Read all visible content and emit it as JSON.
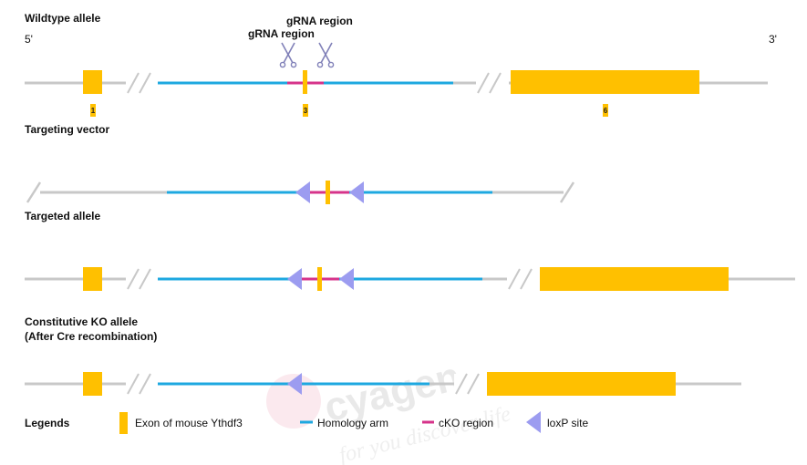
{
  "sections": {
    "wildtype": "Wildtype allele",
    "targeting_vector": "Targeting vector",
    "targeted": "Targeted allele",
    "ko_line1": "Constitutive KO allele",
    "ko_line2": "(After Cre recombination)"
  },
  "ends": {
    "five_prime": "5'",
    "three_prime": "3'"
  },
  "grna": {
    "label_1": "gRNA region",
    "label_2": "gRNA region"
  },
  "exons": {
    "e1": "1",
    "e3": "3",
    "e6": "6"
  },
  "legend": {
    "title": "Legends",
    "exon": "Exon of mouse Ythdf3",
    "homology": "Homology arm",
    "cko": "cKO region",
    "loxp": "loxP site"
  },
  "watermark": {
    "brand": "cyagen",
    "tagline": "for you discover life"
  },
  "colors": {
    "backbone": "#c8c8c8",
    "exon": "#ffc000",
    "homology": "#1ea8e0",
    "cko": "#d6338a",
    "loxp": "#9c9cf0",
    "scissors": "#8080b8"
  }
}
